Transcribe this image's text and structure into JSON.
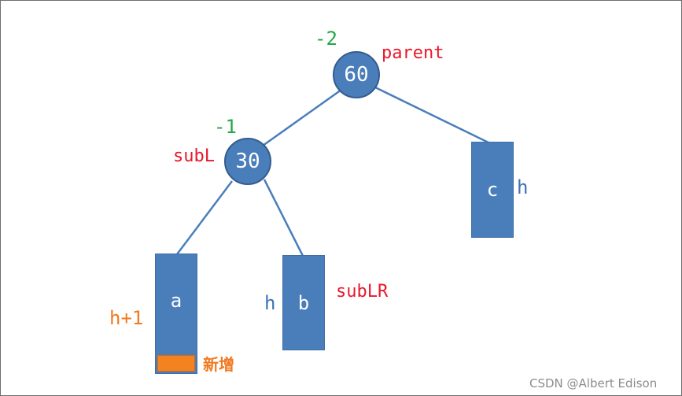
{
  "nodes": {
    "root": {
      "value": "60",
      "balance": "-2",
      "name_label": "parent"
    },
    "left": {
      "value": "30",
      "balance": "-1",
      "name_label": "subL"
    }
  },
  "subtrees": {
    "a": {
      "label": "a",
      "height": "h+1"
    },
    "b": {
      "label": "b",
      "height": "h",
      "name_label": "subLR"
    },
    "c": {
      "label": "c",
      "height": "h"
    }
  },
  "inserted_label": "新增",
  "watermark": "CSDN @Albert Edison",
  "colors": {
    "node_fill": "#4a7ebb",
    "pointer_label": "#e8182a",
    "balance_factor": "#22a845",
    "height_label": "#3d72b4",
    "inserted": "#f58220"
  }
}
